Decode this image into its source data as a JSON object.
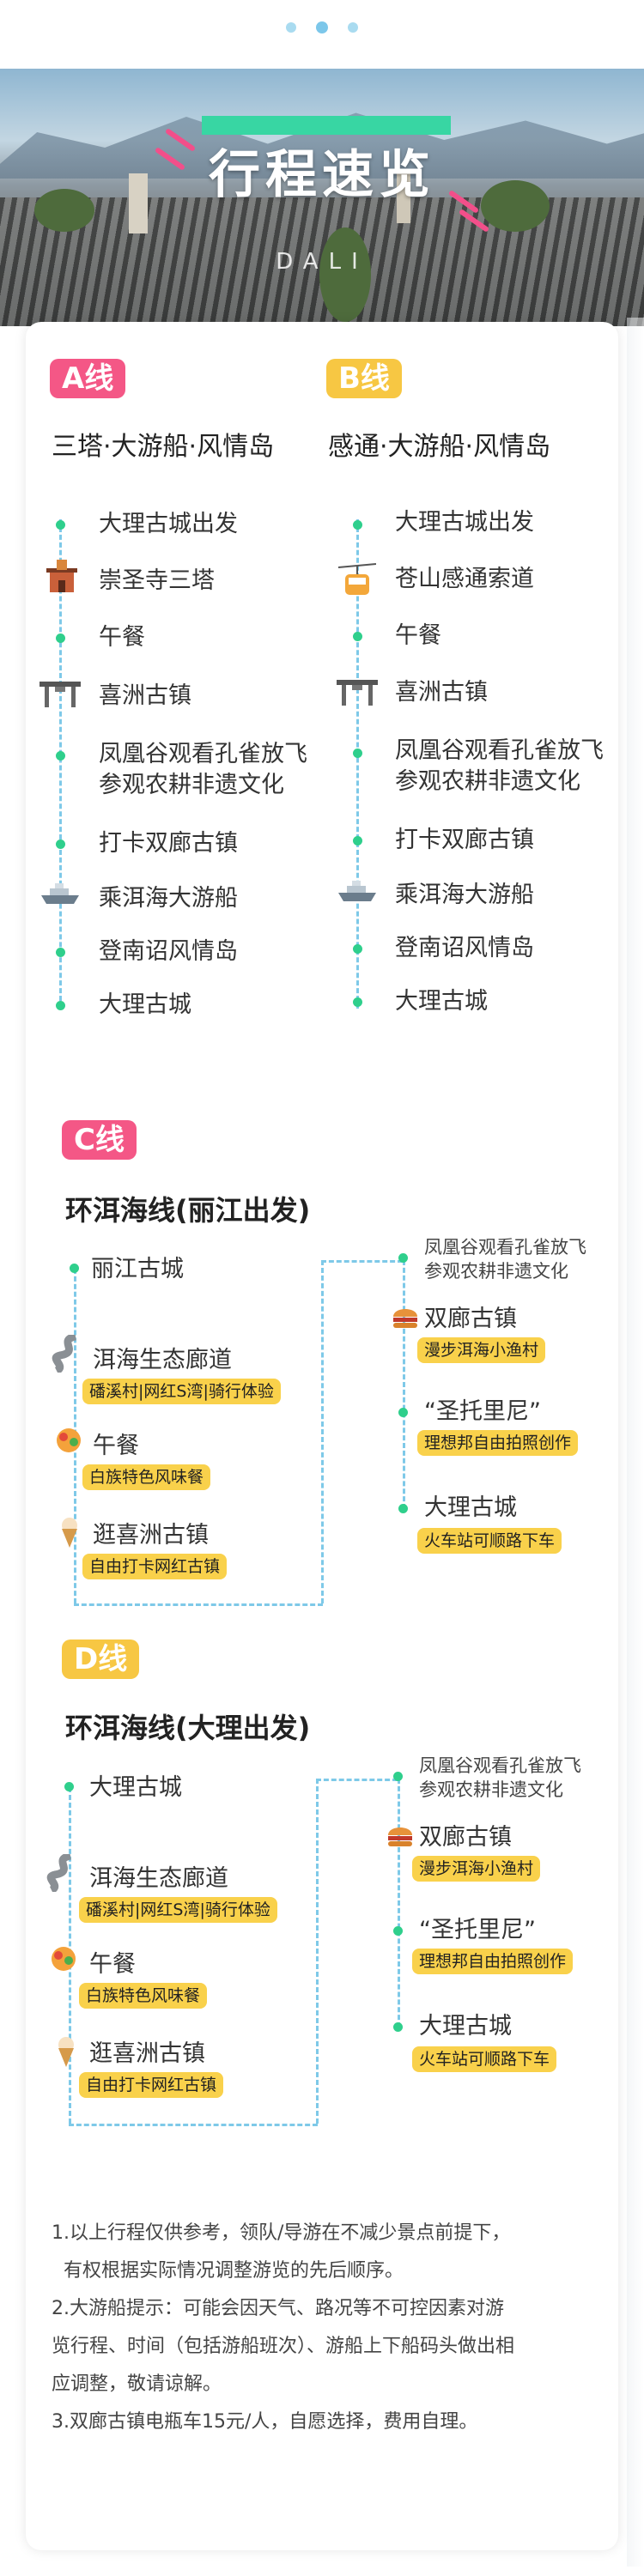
{
  "header": {
    "title": "行程速览",
    "subtitle": "DALI"
  },
  "colors": {
    "pink": "#f45786",
    "yellow": "#f7c743",
    "green_dot": "#2fcf8c",
    "dash": "#7ec9e8",
    "tag": "#f9d14b"
  },
  "route_a": {
    "badge": "A线",
    "title": "三塔·大游船·风情岛",
    "stops": [
      "大理古城出发",
      "崇圣寺三塔",
      "午餐",
      "喜洲古镇",
      "凤凰谷观看孔雀放飞",
      "参观农耕非遗文化",
      "打卡双廊古镇",
      "乘洱海大游船",
      "登南诏风情岛",
      "大理古城"
    ]
  },
  "route_b": {
    "badge": "B线",
    "title": "感通·大游船·风情岛",
    "stops": [
      "大理古城出发",
      "苍山感通索道",
      "午餐",
      "喜洲古镇",
      "凤凰谷观看孔雀放飞",
      "参观农耕非遗文化",
      "打卡双廊古镇",
      "乘洱海大游船",
      "登南诏风情岛",
      "大理古城"
    ]
  },
  "route_c": {
    "badge": "C线",
    "title": "环洱海线(丽江出发)",
    "left_stops": [
      "丽江古城",
      "洱海生态廊道",
      "午餐",
      "逛喜洲古镇"
    ],
    "left_tags": [
      "磻溪村|网红S湾|骑行体验",
      "白族特色风味餐",
      "自由打卡网红古镇"
    ],
    "right_stops": [
      "凤凰谷观看孔雀放飞",
      "参观农耕非遗文化",
      "双廊古镇",
      "“圣托里尼”",
      "大理古城"
    ],
    "right_tags": [
      "漫步洱海小渔村",
      "理想邦自由拍照创作",
      "火车站可顺路下车"
    ]
  },
  "route_d": {
    "badge": "D线",
    "title": "环洱海线(大理出发)",
    "left_stops": [
      "大理古城",
      "洱海生态廊道",
      "午餐",
      "逛喜洲古镇"
    ],
    "left_tags": [
      "磻溪村|网红S湾|骑行体验",
      "白族特色风味餐",
      "自由打卡网红古镇"
    ],
    "right_stops": [
      "凤凰谷观看孔雀放飞",
      "参观农耕非遗文化",
      "双廊古镇",
      "“圣托里尼”",
      "大理古城"
    ],
    "right_tags": [
      "漫步洱海小渔村",
      "理想邦自由拍照创作",
      "火车站可顺路下车"
    ]
  },
  "notes": [
    "1.以上行程仅供参考，领队/导游在不减少景点前提下，",
    "  有权根据实际情况调整游览的先后顺序。",
    "2.大游船提示：可能会因天气、路况等不可控因素对游",
    "览行程、时间（包括游船班次）、游船上下船码头做出相",
    "应调整，敬请谅解。",
    "3.双廊古镇电瓶车15元/人，自愿选择，费用自理。"
  ]
}
